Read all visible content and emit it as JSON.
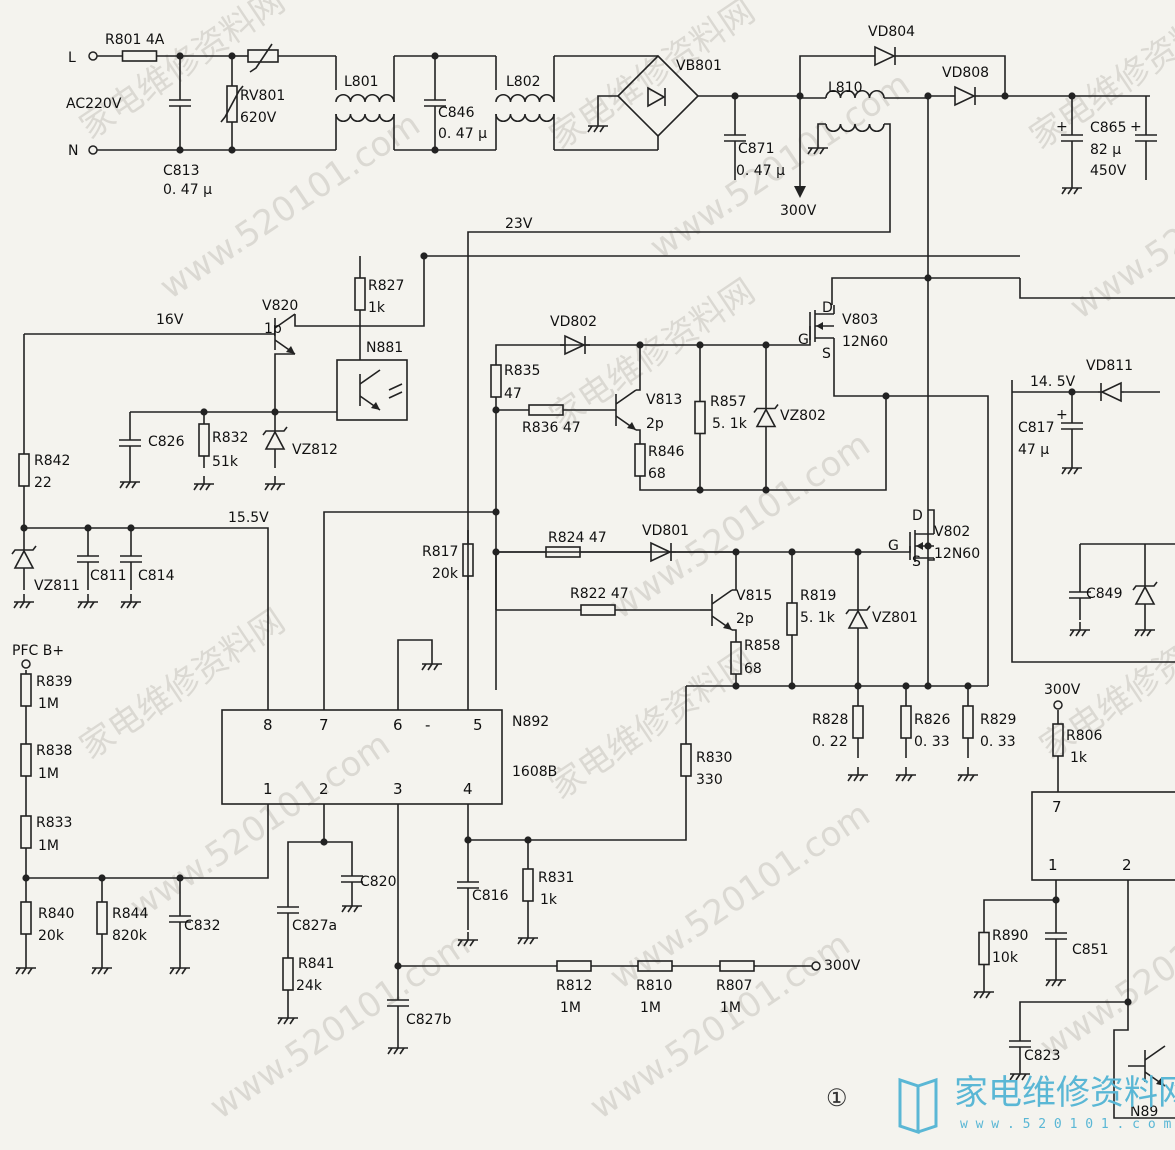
{
  "diagram": {
    "figure_number": "①",
    "inputs": {
      "l": "L",
      "n": "N",
      "ac": "AC220V"
    },
    "components": [
      {
        "ref": "R801",
        "value": "4A"
      },
      {
        "ref": "RV801",
        "value": "620V"
      },
      {
        "ref": "C813",
        "value": "0. 47 μ"
      },
      {
        "ref": "L801",
        "value": ""
      },
      {
        "ref": "C846",
        "value": "0. 47 μ"
      },
      {
        "ref": "L802",
        "value": ""
      },
      {
        "ref": "VB801",
        "value": ""
      },
      {
        "ref": "C871",
        "value": "0. 47 μ"
      },
      {
        "ref": "VD804",
        "value": ""
      },
      {
        "ref": "L810",
        "value": ""
      },
      {
        "ref": "VD808",
        "value": ""
      },
      {
        "ref": "C865",
        "value": "82 μ"
      },
      {
        "ref": "C865v",
        "value": "450V"
      },
      {
        "ref": "R827",
        "value": "1k"
      },
      {
        "ref": "V820",
        "value": "1p"
      },
      {
        "ref": "N881",
        "value": ""
      },
      {
        "ref": "C826",
        "value": ""
      },
      {
        "ref": "R832",
        "value": "51k"
      },
      {
        "ref": "VZ812",
        "value": ""
      },
      {
        "ref": "R842",
        "value": "22"
      },
      {
        "ref": "VZ811",
        "value": ""
      },
      {
        "ref": "C811",
        "value": ""
      },
      {
        "ref": "C814",
        "value": ""
      },
      {
        "ref": "VD802",
        "value": ""
      },
      {
        "ref": "R835",
        "value": "47"
      },
      {
        "ref": "V813",
        "value": "2p"
      },
      {
        "ref": "R836",
        "value": "47"
      },
      {
        "ref": "R857",
        "value": "5. 1k"
      },
      {
        "ref": "VZ802",
        "value": ""
      },
      {
        "ref": "R846",
        "value": "68"
      },
      {
        "ref": "V803",
        "value": "12N60"
      },
      {
        "ref": "R817",
        "value": "20k"
      },
      {
        "ref": "R824",
        "value": "47"
      },
      {
        "ref": "VD801",
        "value": ""
      },
      {
        "ref": "R822",
        "value": "47"
      },
      {
        "ref": "V815",
        "value": "2p"
      },
      {
        "ref": "R858",
        "value": "68"
      },
      {
        "ref": "R819",
        "value": "5. 1k"
      },
      {
        "ref": "VZ801",
        "value": ""
      },
      {
        "ref": "V802",
        "value": "12N60"
      },
      {
        "ref": "R828",
        "value": "0. 22"
      },
      {
        "ref": "R826",
        "value": "0. 33"
      },
      {
        "ref": "R829",
        "value": "0. 33"
      },
      {
        "ref": "R839",
        "value": "1M"
      },
      {
        "ref": "R838",
        "value": "1M"
      },
      {
        "ref": "R833",
        "value": "1M"
      },
      {
        "ref": "R840",
        "value": "20k"
      },
      {
        "ref": "R844",
        "value": "820k"
      },
      {
        "ref": "C832",
        "value": ""
      },
      {
        "ref": "C827a",
        "value": ""
      },
      {
        "ref": "R841",
        "value": "24k"
      },
      {
        "ref": "C820",
        "value": ""
      },
      {
        "ref": "C827b",
        "value": ""
      },
      {
        "ref": "C816",
        "value": ""
      },
      {
        "ref": "R831",
        "value": "1k"
      },
      {
        "ref": "R830",
        "value": "330"
      },
      {
        "ref": "R812",
        "value": "1M"
      },
      {
        "ref": "R810",
        "value": "1M"
      },
      {
        "ref": "R807",
        "value": "1M"
      },
      {
        "ref": "VD811",
        "value": ""
      },
      {
        "ref": "C817",
        "value": "47 μ"
      },
      {
        "ref": "C849",
        "value": ""
      },
      {
        "ref": "R806",
        "value": "1k"
      },
      {
        "ref": "R890",
        "value": "10k"
      },
      {
        "ref": "C851",
        "value": ""
      },
      {
        "ref": "C823",
        "value": ""
      }
    ],
    "ic": {
      "ref": "N892",
      "part": "1608B",
      "pins_top": [
        "8",
        "7",
        "6",
        "-",
        "5"
      ],
      "pins_bottom": [
        "1",
        "2",
        "3",
        "4"
      ]
    },
    "ic2_pins": [
      "7",
      "1",
      "2"
    ],
    "nets": {
      "v300_a": "300V",
      "v300_b": "300V",
      "v300_c": "300V",
      "v23": "23V",
      "v16": "16V",
      "v155": "15.5V",
      "v145": "14. 5V",
      "pfc": "PFC B+",
      "g": "G",
      "d": "D",
      "s": "S"
    },
    "n89_partial": "N89",
    "logo": {
      "text": "家电维修资料网",
      "url": "w w w . 5 2 0 1 0 1 . c o m"
    },
    "watermarks": [
      "家电维修资料网",
      "www.520101.com"
    ]
  }
}
